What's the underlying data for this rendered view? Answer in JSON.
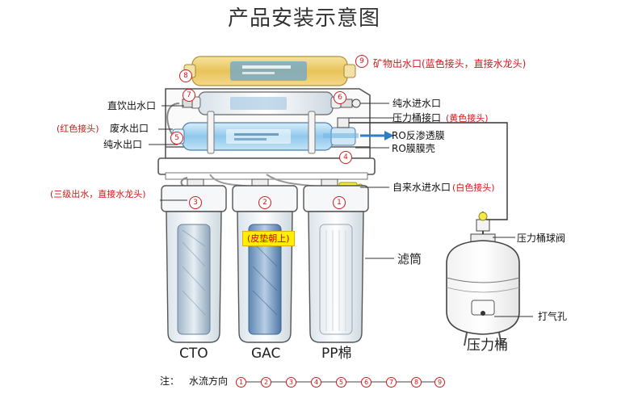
{
  "title": "产品安装示意图",
  "labels": {
    "mineral_outlet": "矿物出水口(蓝色接头，直接水龙头)",
    "direct_drink_outlet": "直饮出水口",
    "pure_water_inlet": "纯水进水口",
    "pressure_tank_port": "压力桶接口",
    "pressure_tank_port_note": "(黄色接头)",
    "waste_water_outlet": "废水出口",
    "waste_water_note": "(红色接头)",
    "pure_water_outlet": "纯水出口",
    "ro_membrane": "RO反渗透膜",
    "ro_shell": "RO膜膜壳",
    "tap_water_inlet": "自来水进水口",
    "tap_water_note": "(白色接头)",
    "third_stage_note": "(三级出水，直接水龙头)",
    "gasket_tag": "(皮垫朝上)",
    "filter_housing": "滤筒",
    "tank_ball_valve": "压力桶球阀",
    "air_hole": "打气孔",
    "pressure_tank": "压力桶"
  },
  "filters": [
    "CTO",
    "GAC",
    "PP棉"
  ],
  "markers": [
    "1",
    "2",
    "3",
    "4",
    "5",
    "6",
    "7",
    "8",
    "9"
  ],
  "note": {
    "prefix": "注：",
    "flow_label": "水流方向",
    "sequence": [
      "1",
      "2",
      "3",
      "4",
      "5",
      "6",
      "7",
      "8",
      "9"
    ]
  },
  "colors": {
    "red_label": "#d0191a",
    "tag_yellow": "#ffef00",
    "membrane_blue": "#8fc8ec",
    "mineral_yellow": "#f0d27a"
  }
}
